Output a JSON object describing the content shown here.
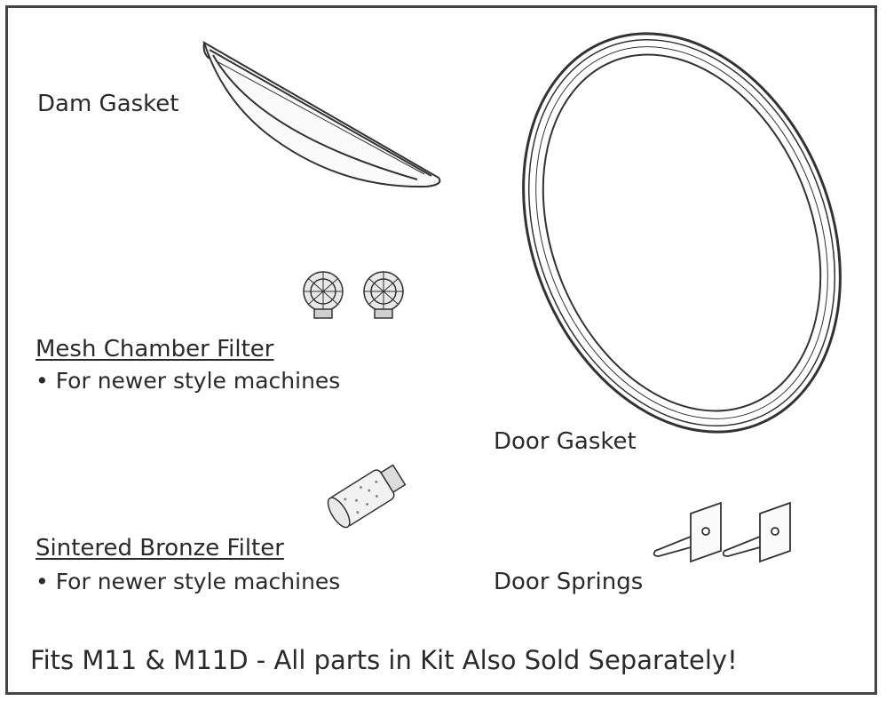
{
  "parts": {
    "dam_gasket": {
      "label": "Dam Gasket"
    },
    "mesh_filter": {
      "label": "Mesh Chamber Filter",
      "note": "• For newer style machines"
    },
    "door_gasket": {
      "label": "Door Gasket"
    },
    "bronze_filter": {
      "label": "Sintered Bronze Filter",
      "note": "• For newer style machines"
    },
    "door_springs": {
      "label": "Door Springs"
    }
  },
  "footer": {
    "text": "Fits M11 & M11D - All parts in Kit Also Sold Separately!"
  },
  "colors": {
    "line": "#333333",
    "border": "#444444"
  }
}
